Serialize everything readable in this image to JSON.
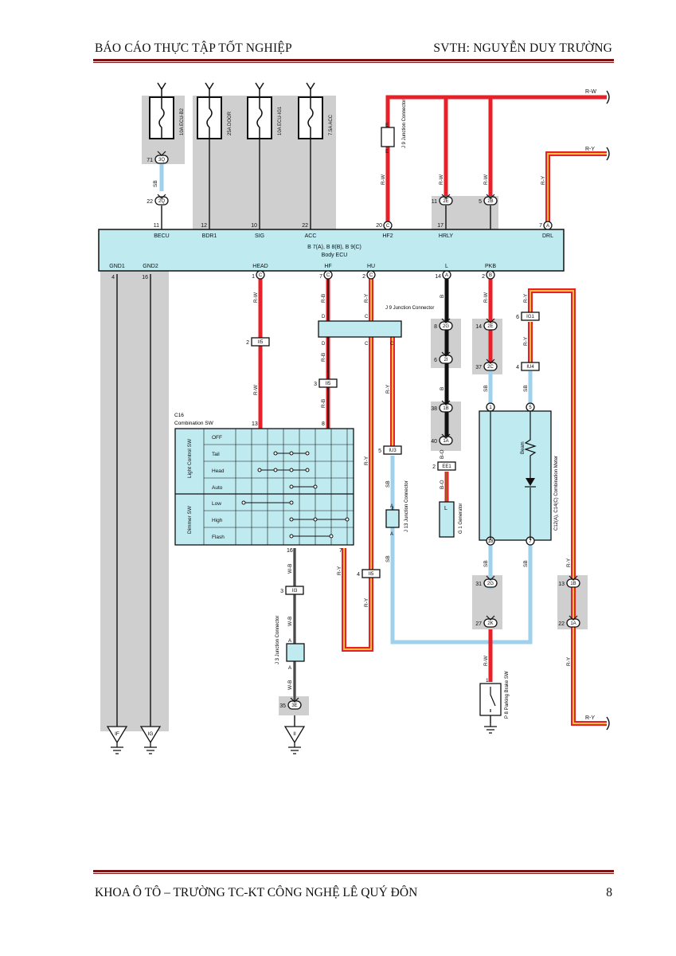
{
  "header": {
    "left": "BÁO CÁO THỰC TẬP TỐT NGHIỆP",
    "right": "SVTH: NGUYỄN DUY TRƯỜNG"
  },
  "footer": {
    "left": "KHOA Ô TÔ – TRƯỜNG TC-KT CÔNG NGHỆ LÊ QUÝ ĐÔN",
    "page": "8"
  },
  "colors": {
    "red": "#e8202a",
    "sb": "#9fd0ec",
    "black": "#111111",
    "orange": "#f0a020",
    "fill_gray": "#cfcfcf",
    "ecu": "#bfeaf0",
    "rule": "#7a1414"
  },
  "fuses": [
    {
      "label": "10A ECU-B2"
    },
    {
      "label": "25A DOOR"
    },
    {
      "label": "10A ECU-IG1"
    },
    {
      "label": "7.5A ACC"
    }
  ],
  "ecu": {
    "title1": "B 7(A), B 8(B), B 9(C)",
    "title2": "Body ECU",
    "top_pins": [
      {
        "pin": "11",
        "name": "BECU"
      },
      {
        "pin": "12",
        "name": "BDR1"
      },
      {
        "pin": "10",
        "name": "SIG"
      },
      {
        "pin": "22",
        "name": "ACC"
      },
      {
        "pin": "20",
        "conn": "C",
        "name": "HF2"
      },
      {
        "pin": "17",
        "name": "HRLY"
      },
      {
        "pin": "7",
        "conn": "A",
        "name": "DRL"
      }
    ],
    "bottom_pins": [
      {
        "pin": "4",
        "name": "GND1"
      },
      {
        "pin": "16",
        "name": "GND2"
      },
      {
        "pin": "1",
        "conn": "C",
        "name": "HEAD"
      },
      {
        "pin": "7",
        "conn": "C",
        "name": "HF"
      },
      {
        "pin": "2",
        "conn": "C",
        "name": "HU"
      },
      {
        "pin": "14",
        "conn": "A",
        "name": "L"
      },
      {
        "pin": "2",
        "conn": "B",
        "name": "PKB"
      }
    ]
  },
  "wire_labels": {
    "sb": "SB",
    "rw": "R-W",
    "ry": "R-Y",
    "b": "B",
    "bo": "B-O",
    "wb": "W-B",
    "o_left": "D",
    "o_right": "C",
    "e": "E",
    "a": "A"
  },
  "junctions": {
    "j9_top": "J 9 Junction Connector",
    "j9_mid": "J 9 Junction Connector",
    "j13": "J 13 Junction Connector",
    "j3": "J 3 Junction Connector"
  },
  "connectors": {
    "c71": "71",
    "c3q": "3Q",
    "c22": "22",
    "c2q": "2Q",
    "c11": "11",
    "c2e": "2E",
    "c5": "5",
    "c2b": "2B",
    "c2": "2",
    "ii5": "II5",
    "c3": "3",
    "ii5b": "II5",
    "c8": "8",
    "c2g": "2G",
    "c6": "6",
    "c2i": "2I",
    "c14": "14",
    "c2e2": "2E",
    "c37": "37",
    "c2c": "2C",
    "c6b": "6",
    "ig1": "IG1",
    "c4": "4",
    "iu4": "IU4",
    "c38": "38",
    "c1b": "1B",
    "c40": "40",
    "c1a": "1A",
    "c2b2": "2",
    "ee1": "EE1",
    "c5b": "5",
    "iu3": "IU3",
    "c4b": "4",
    "ii5c": "II5",
    "c3b": "3",
    "ii3": "II3",
    "c35": "35",
    "c3e": "3E",
    "c31": "31",
    "c2g2": "2G",
    "c27": "27",
    "c2k": "2K",
    "c13": "13",
    "c1b2": "1B",
    "c22b": "22",
    "c1a2": "1A",
    "c1": "1",
    "c5c": "5",
    "c18": "18",
    "c7": "7",
    "c16": "16",
    "c7b": "7",
    "c13b": "13",
    "c8b": "8"
  },
  "ends": {
    "rw": "R-W",
    "ry": "R-Y",
    "ry_bottom": "R-Y"
  },
  "combo_sw": {
    "title1": "C16",
    "title2": "Combination SW",
    "group1": "Light Control SW",
    "group2": "Dimmer SW",
    "rows": [
      "OFF",
      "Tail",
      "Head",
      "Auto",
      "Low",
      "High",
      "Flash"
    ]
  },
  "meter": {
    "title": "C12(A), C14(C) Combination Meter",
    "beam": "Beam"
  },
  "generator": {
    "label": "L",
    "title": "G 1 Generator"
  },
  "parking": {
    "title": "P 8 Parking Brake SW",
    "pin": "1"
  },
  "grounds": {
    "if": "IF",
    "ig": "IG",
    "ii": "II"
  }
}
